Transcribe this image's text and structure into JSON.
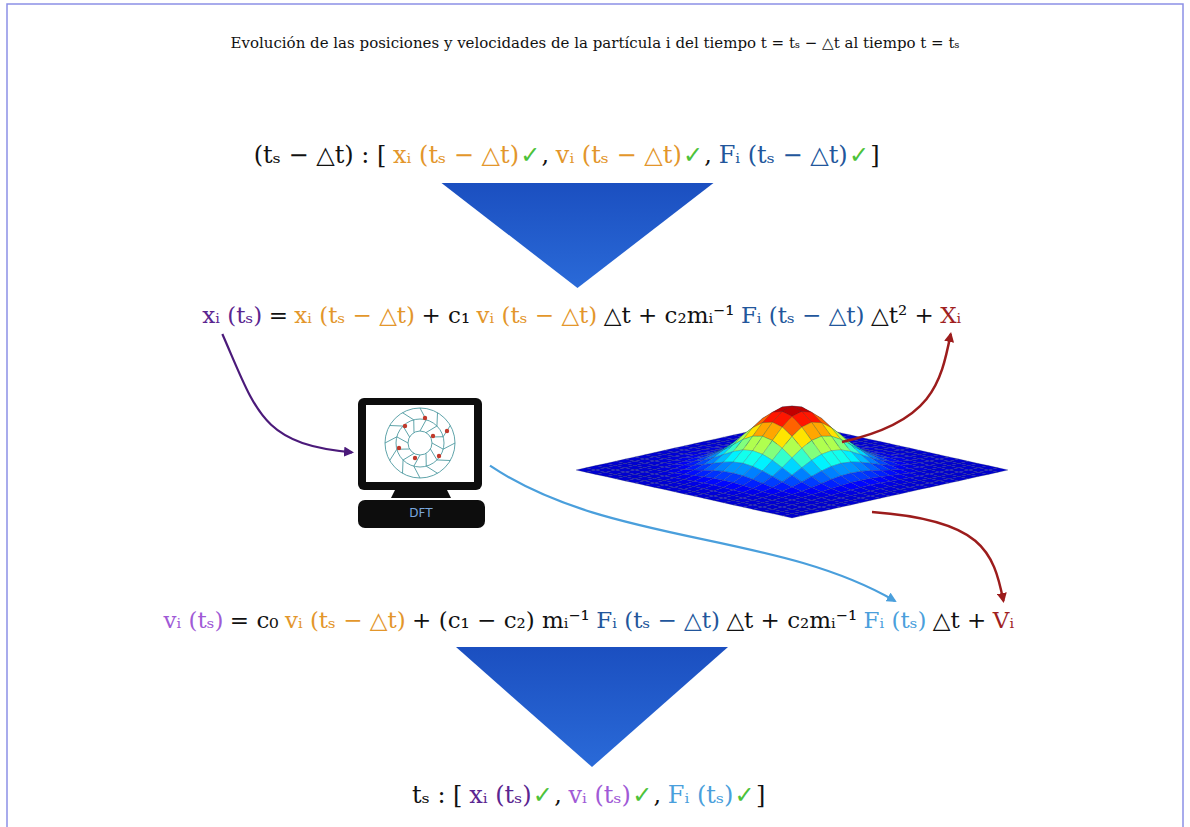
{
  "diagram": {
    "title": "Evolución de las posiciones y velocidades de la partícula i del tiempo t = tₛ − △t al tiempo t = tₛ",
    "nodes": [
      {
        "text": [
          "(tₛ − △t) : [",
          "xᵢ (tₛ − △t)",
          "✓",
          ",",
          "vᵢ (tₛ − △t)",
          "✓",
          ",",
          "Fᵢ (tₛ − △t)",
          "✓",
          "]"
        ]
      },
      {
        "text": [
          "xᵢ (tₛ)",
          "=",
          "xᵢ (tₛ − △t)",
          "+ c₁",
          "vᵢ (tₛ − △t)",
          "△t + c₂mᵢ⁻¹",
          "Fᵢ (tₛ − △t)",
          "△t² +",
          "Xᵢ"
        ]
      },
      {
        "text": [
          "DFT"
        ]
      },
      {
        "text": [
          "vᵢ (tₛ)",
          "= c₀",
          "vᵢ (tₛ − △t)",
          "+ (c₁ − c₂) mᵢ⁻¹",
          "Fᵢ (tₛ − △t)",
          "△t + c₂mᵢ⁻¹",
          "Fᵢ (tₛ)",
          "△t +",
          "Vᵢ"
        ]
      },
      {
        "text": [
          "tₛ : [",
          "xᵢ (tₛ)",
          "✓",
          ",",
          "vᵢ (tₛ)",
          "✓",
          ",",
          "Fᵢ (tₛ)",
          "✓",
          "]"
        ]
      }
    ],
    "edges": [
      {
        "from": 0,
        "to": 1,
        "arrow": "to"
      },
      {
        "from": 1,
        "to": 2,
        "arrow": "to"
      },
      {
        "from": 2,
        "to": 3,
        "arrow": "to"
      },
      {
        "from": 3,
        "to": 4,
        "arrow": "to"
      }
    ]
  }
}
